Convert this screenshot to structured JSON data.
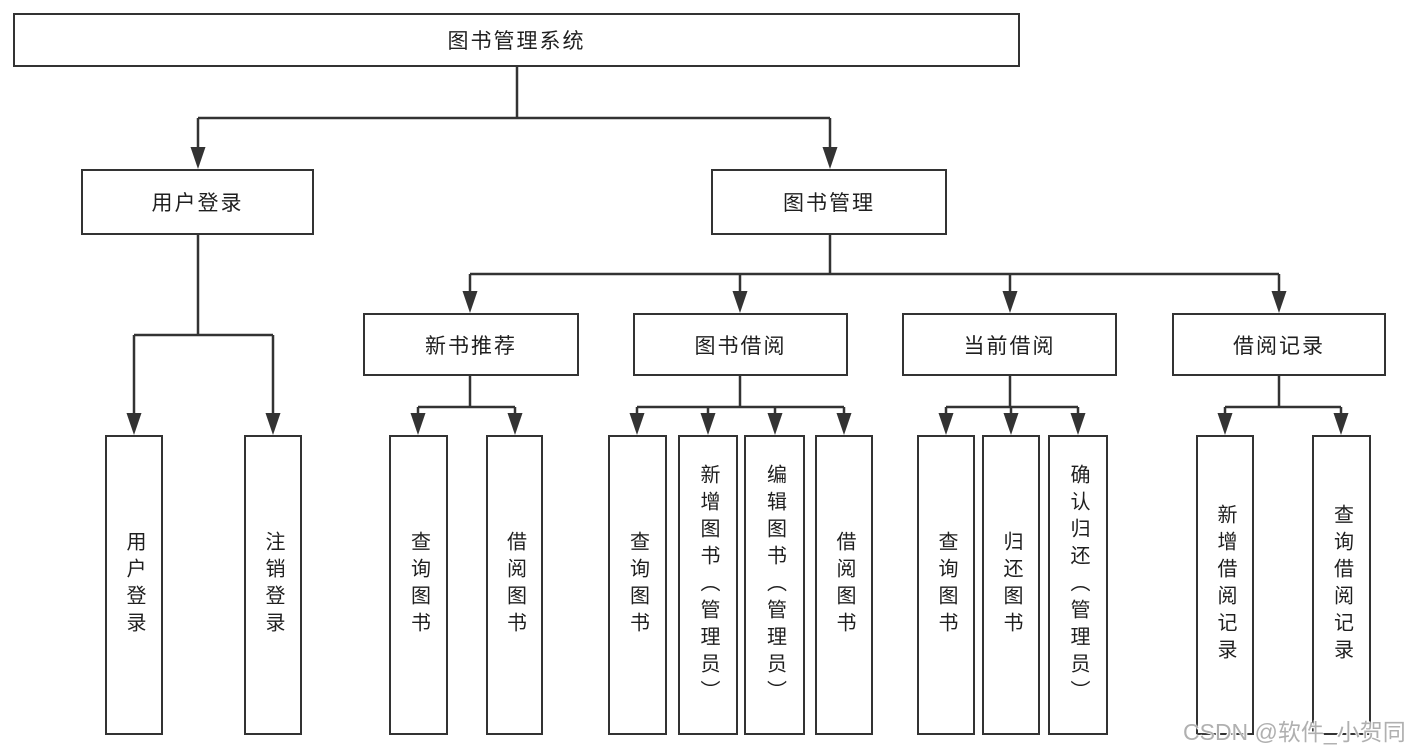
{
  "colors": {
    "line": "#333333",
    "box_border": "#333333",
    "text": "#1f1f1f",
    "watermark": "#b0b0b0",
    "background": "#ffffff"
  },
  "watermark": {
    "text": "CSDN @软件_小贺同学"
  },
  "tree": {
    "label": "图书管理系统",
    "children": [
      {
        "label": "用户登录",
        "children": [
          {
            "label": "用户登录"
          },
          {
            "label": "注销登录"
          }
        ]
      },
      {
        "label": "图书管理",
        "children": [
          {
            "label": "新书推荐",
            "children": [
              {
                "label": "查询图书"
              },
              {
                "label": "借阅图书"
              }
            ]
          },
          {
            "label": "图书借阅",
            "children": [
              {
                "label": "查询图书"
              },
              {
                "label": "新增图书（管理员）"
              },
              {
                "label": "编辑图书（管理员）"
              },
              {
                "label": "借阅图书"
              }
            ]
          },
          {
            "label": "当前借阅",
            "children": [
              {
                "label": "查询图书"
              },
              {
                "label": "归还图书"
              },
              {
                "label": "确认归还（管理员）"
              }
            ]
          },
          {
            "label": "借阅记录",
            "children": [
              {
                "label": "新增借阅记录"
              },
              {
                "label": "查询借阅记录"
              }
            ]
          }
        ]
      }
    ]
  }
}
